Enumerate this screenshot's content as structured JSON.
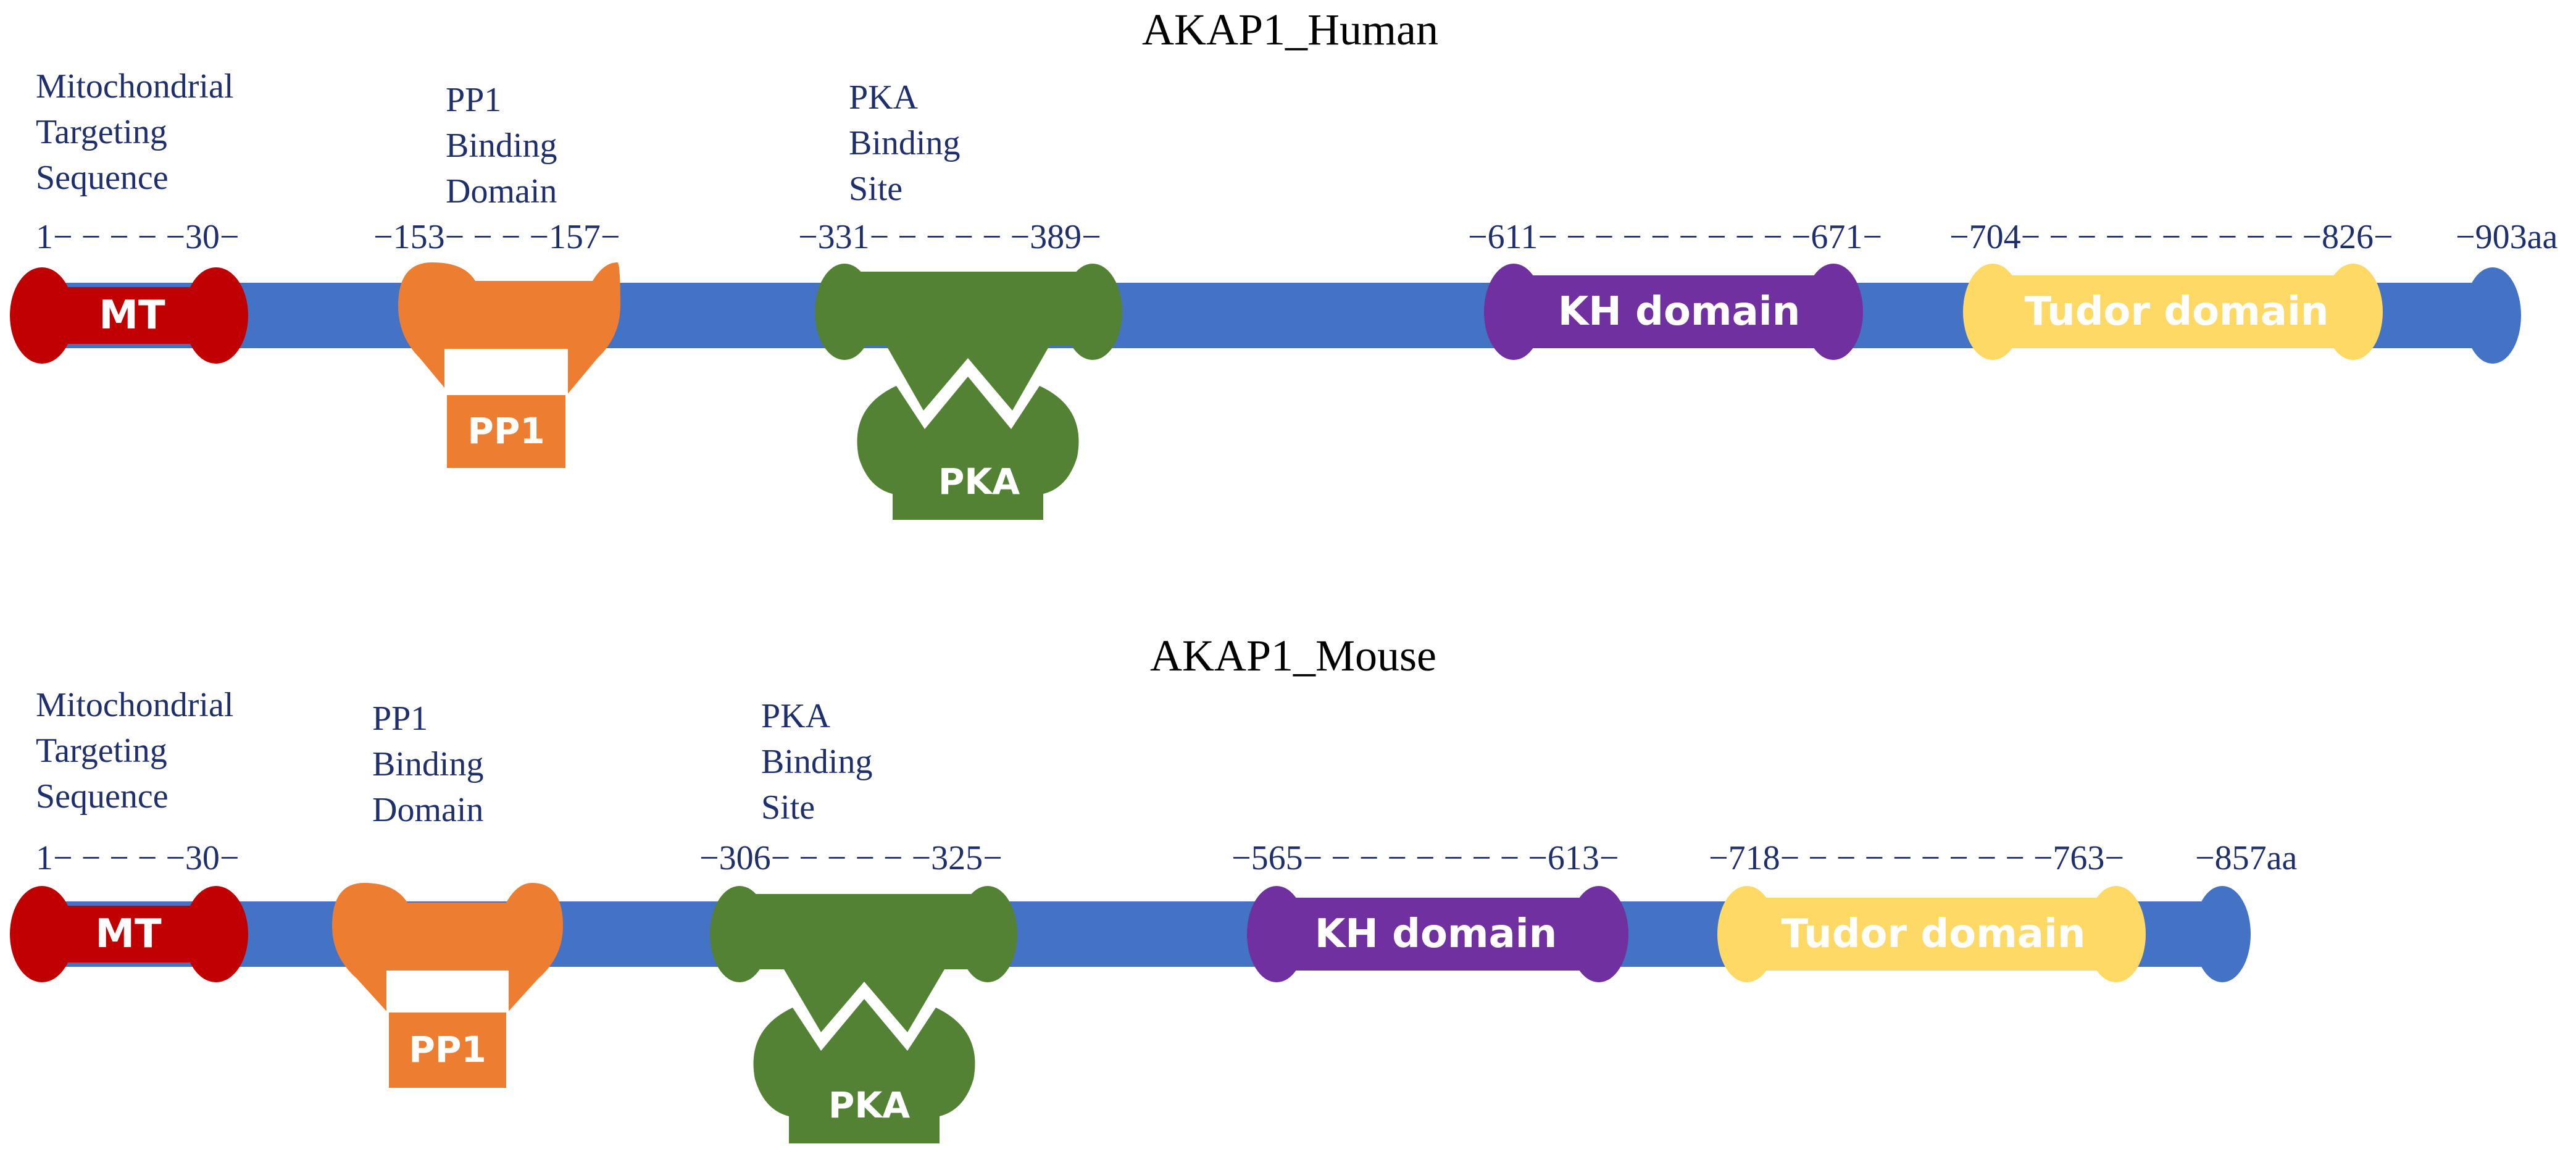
{
  "colors": {
    "backbone": "#4472c4",
    "mt": "#c00000",
    "pp1": "#ed7d31",
    "pka": "#548235",
    "kh": "#7030a0",
    "tudor": "#ffd966",
    "text": "#1f2f6e"
  },
  "panels": [
    {
      "title": "AKAP1_Human",
      "labels": {
        "mt": [
          "Mitochondrial",
          "Targeting",
          "Sequence"
        ],
        "pp1": [
          "PP1",
          "Binding",
          "Domain"
        ],
        "pka": [
          "PKA",
          "Binding",
          "Site"
        ]
      },
      "positions": {
        "mt": "1− − − − −30−",
        "pp1": "−153− − − −157−",
        "pka": "−331− − − − − −389−",
        "kh": "−611− − − − − − − − − −671−",
        "tudor": "−704− − − − − − − − − − −826−",
        "end": "−903aa"
      },
      "domains": {
        "mt": "MT",
        "pp1": "PP1",
        "pka": "PKA",
        "kh": "KH domain",
        "tudor": "Tudor domain"
      }
    },
    {
      "title": "AKAP1_Mouse",
      "labels": {
        "mt": [
          "Mitochondrial",
          "Targeting",
          "Sequence"
        ],
        "pp1": [
          "PP1",
          "Binding",
          "Domain"
        ],
        "pka": [
          "PKA",
          "Binding",
          "Site"
        ]
      },
      "positions": {
        "mt": "1− − − − −30−",
        "pka": "−306− − − − − −325−",
        "kh": "−565− − − − − − − − −613−",
        "tudor": "−718− − − − − − − − − −763−",
        "end": "−857aa"
      },
      "domains": {
        "mt": "MT",
        "pp1": "PP1",
        "pka": "PKA",
        "kh": "KH domain",
        "tudor": "Tudor domain"
      }
    }
  ]
}
